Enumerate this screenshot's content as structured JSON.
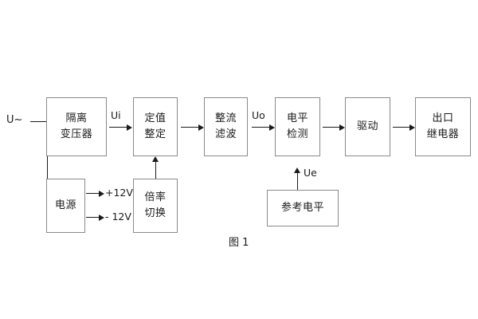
{
  "figure": {
    "caption": "图 1",
    "input_label": "U~",
    "colors": {
      "background": "#ffffff",
      "block_border": "#8a8a8a",
      "line": "#1a1a1a",
      "text": "#1a1a1a"
    }
  },
  "blocks": {
    "isolation_transformer": {
      "line1": "隔离",
      "line2": "变压器"
    },
    "setting_value": {
      "line1": "定值",
      "line2": "整定"
    },
    "rectify_filter": {
      "line1": "整流",
      "line2": "滤波"
    },
    "level_detect": {
      "line1": "电平",
      "line2": "检测"
    },
    "drive": {
      "line1": "驱动",
      "line2": ""
    },
    "output_relay": {
      "line1": "出口",
      "line2": "继电器"
    },
    "power_supply": {
      "line1": "电源",
      "line2": ""
    },
    "multiplier_switch": {
      "line1": "倍率",
      "line2": "切换"
    },
    "reference_level": {
      "line1": "参考电平",
      "line2": ""
    }
  },
  "signals": {
    "ui": "Ui",
    "uo": "Uo",
    "ue": "Ue",
    "rail_positive": "+12V",
    "rail_negative": "- 12V"
  }
}
